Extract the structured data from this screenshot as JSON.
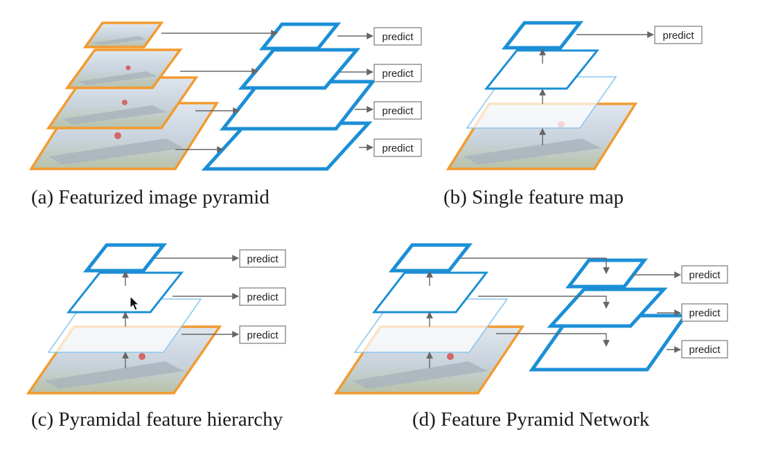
{
  "colors": {
    "image_border": "#f39a2e",
    "feature_blue": "#1b8fd6",
    "feature_blue_light": "#8cc7ee",
    "arrow": "#666666",
    "caption_text": "#1a1a1a"
  },
  "panels": {
    "a": {
      "caption": "(a) Featurized image pyramid",
      "predict_labels": [
        "predict",
        "predict",
        "predict",
        "predict"
      ]
    },
    "b": {
      "caption": "(b) Single feature map",
      "predict_labels": [
        "predict"
      ]
    },
    "c": {
      "caption": "(c) Pyramidal feature hierarchy",
      "predict_labels": [
        "predict",
        "predict",
        "predict"
      ]
    },
    "d": {
      "caption": "(d) Feature Pyramid Network",
      "predict_labels": [
        "predict",
        "predict",
        "predict"
      ]
    }
  },
  "icons": {
    "cursor": "mouse-pointer-icon",
    "image_layer": "boat-photo-icon"
  }
}
